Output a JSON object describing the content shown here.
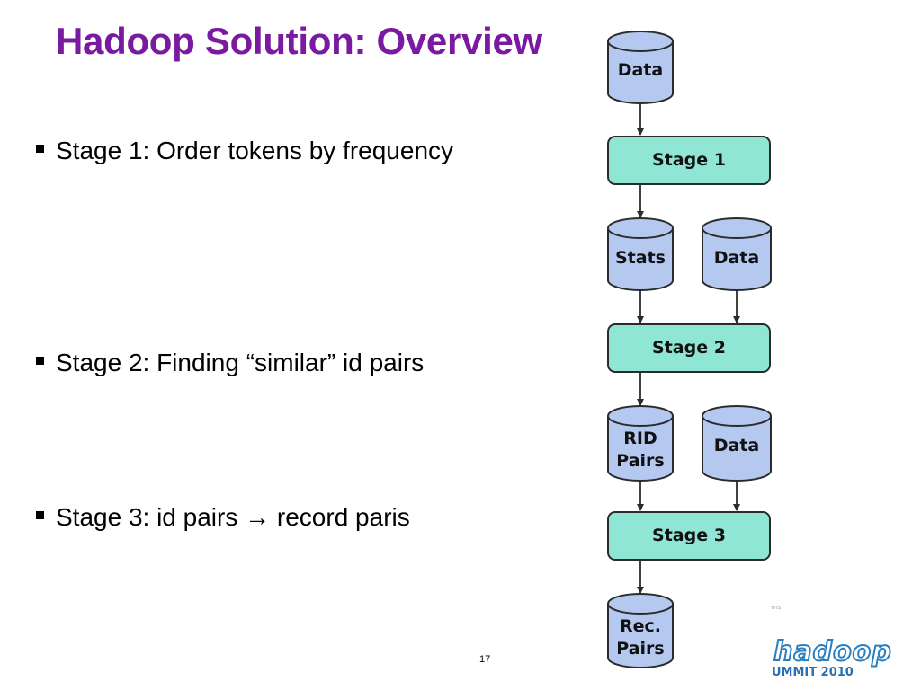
{
  "slide": {
    "title": "Hadoop Solution: Overview",
    "bullets": [
      {
        "text_before": "Stage 1: Order tokens by frequency",
        "arrow": "",
        "text_after": ""
      },
      {
        "text_before": "Stage 2: Finding “similar” id pairs",
        "arrow": "",
        "text_after": ""
      },
      {
        "text_before": "Stage 3: id pairs ",
        "arrow": "→",
        "text_after": " record paris"
      }
    ],
    "page_number": "17"
  },
  "diagram": {
    "data_top": "Data",
    "stage1": "Stage 1",
    "stats": "Stats",
    "data_mid1": "Data",
    "stage2": "Stage 2",
    "rid_line1": "RID",
    "rid_line2": "Pairs",
    "data_mid2": "Data",
    "stage3": "Stage 3",
    "rec_line1": "Rec.",
    "rec_line2": "Pairs",
    "colors": {
      "cylinder_fill": "#b4c8f0",
      "stage_fill": "#8fe6d4",
      "outline": "#2b2b2b",
      "title": "#7a1aa0"
    }
  },
  "logo": {
    "wordmark": "hadoop",
    "subtitle": "UMMIT 2010",
    "tiny_text": "HTS"
  }
}
